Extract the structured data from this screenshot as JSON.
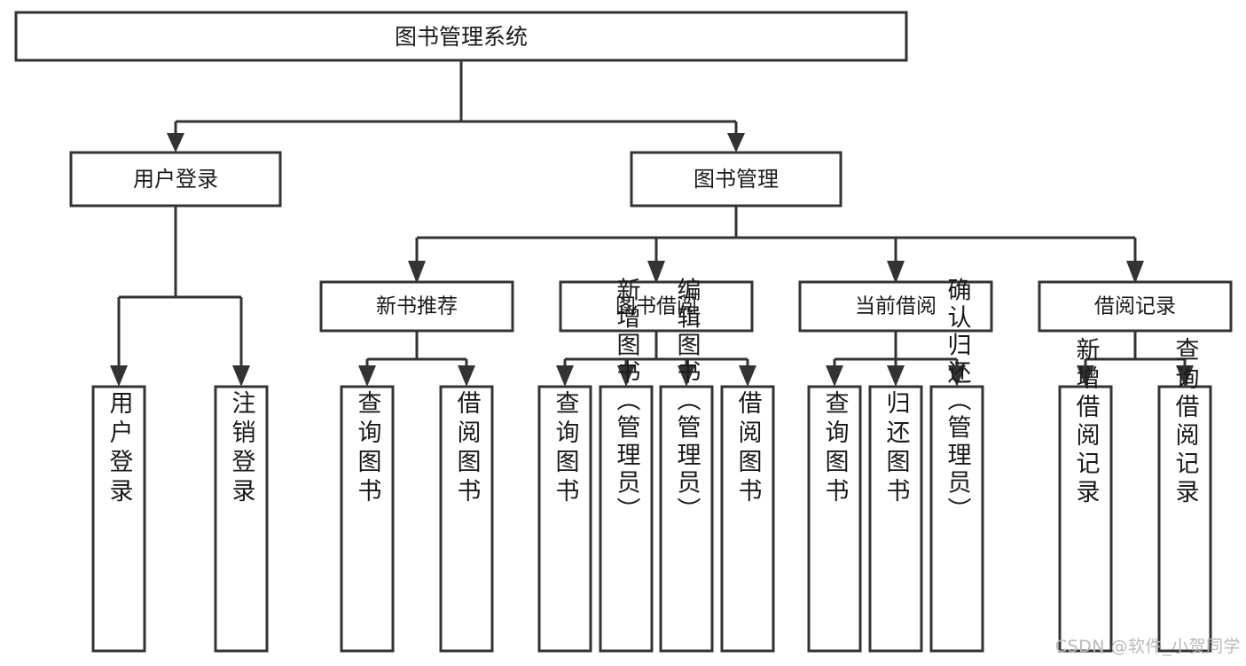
{
  "diagram": {
    "type": "tree-hierarchy-chart",
    "title": "图书管理系统",
    "watermark": "CSDN @软件_小贺同学",
    "levels": {
      "root": {
        "label": "图书管理系统"
      },
      "level2": [
        {
          "label": "用户登录"
        },
        {
          "label": "图书管理"
        }
      ],
      "level3": [
        {
          "label": "新书推荐"
        },
        {
          "label": "图书借阅"
        },
        {
          "label": "当前借阅"
        },
        {
          "label": "借阅记录"
        }
      ],
      "leaves": [
        {
          "label": "用户登录",
          "parent": "用户登录"
        },
        {
          "label": "注销登录",
          "parent": "用户登录"
        },
        {
          "label": "查询图书",
          "parent": "新书推荐"
        },
        {
          "label": "借阅图书",
          "parent": "新书推荐"
        },
        {
          "label": "查询图书",
          "parent": "图书借阅"
        },
        {
          "label": "新增图书（管理员）",
          "parent": "图书借阅"
        },
        {
          "label": "编辑图书（管理员）",
          "parent": "图书借阅"
        },
        {
          "label": "借阅图书",
          "parent": "图书借阅"
        },
        {
          "label": "查询图书",
          "parent": "当前借阅"
        },
        {
          "label": "归还图书",
          "parent": "当前借阅"
        },
        {
          "label": "确认归还（管理员）",
          "parent": "当前借阅"
        },
        {
          "label": "新增借阅记录",
          "parent": "借阅记录"
        },
        {
          "label": "查询借阅记录",
          "parent": "借阅记录"
        }
      ]
    },
    "colors": {
      "box_stroke": "#333333",
      "box_fill": "#ffffff",
      "text": "#1a1a1a",
      "watermark": "#b9b9b9",
      "background": "#ffffff"
    }
  }
}
